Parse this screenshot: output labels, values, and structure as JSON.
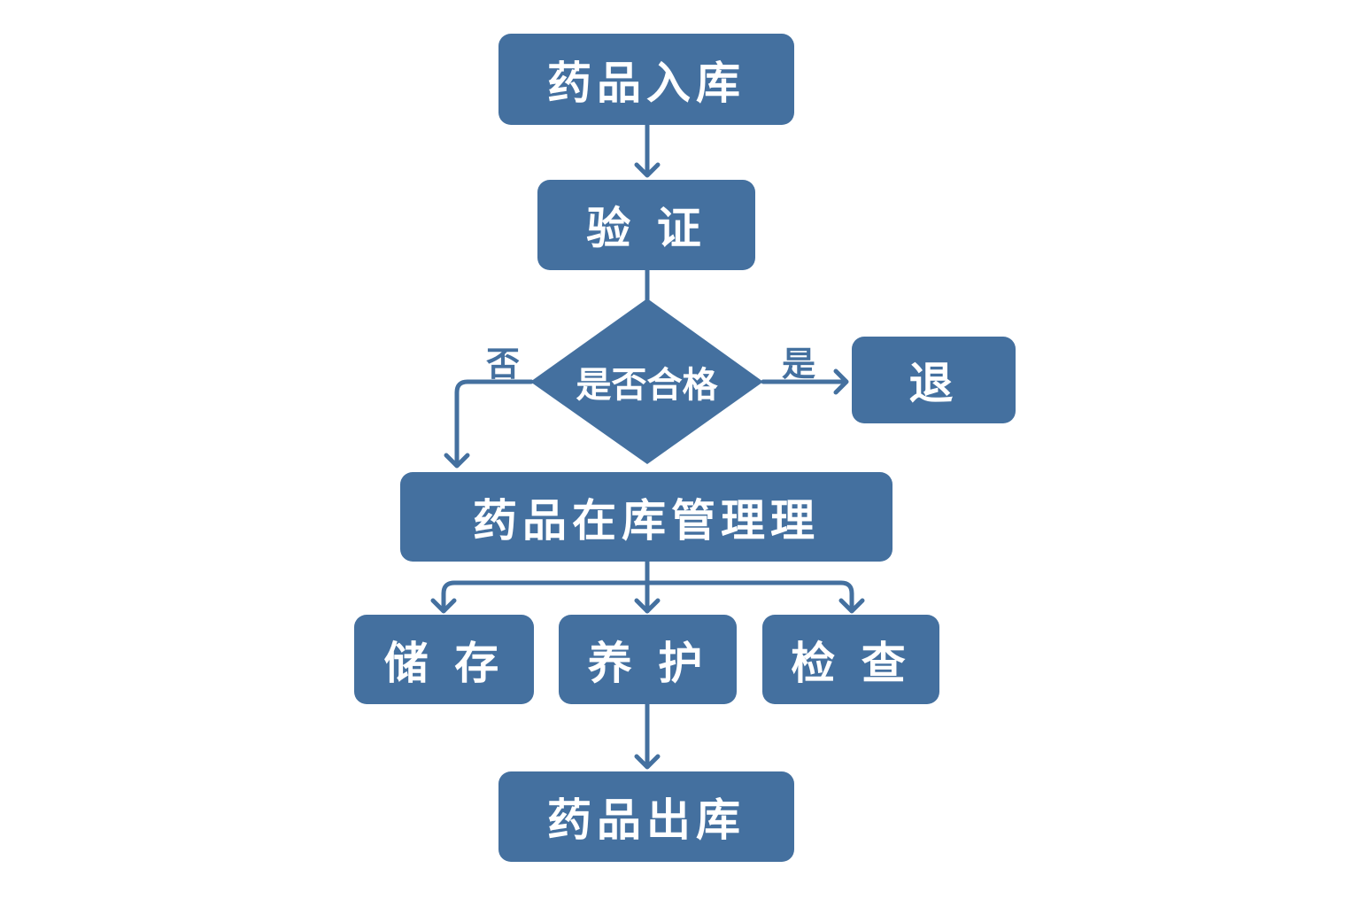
{
  "colors": {
    "node": "#44709f",
    "line": "#44709f",
    "text": "#ffffff"
  },
  "nodes": {
    "inbound": "药品入库",
    "verify": "验 证",
    "decision": "是否合格",
    "return": "退",
    "in_stock": "药品在库管理理",
    "storage": "储 存",
    "maintenance": "养 护",
    "inspection": "检 查",
    "outbound": "药品出库"
  },
  "edge_labels": {
    "no": "否",
    "yes": "是"
  }
}
